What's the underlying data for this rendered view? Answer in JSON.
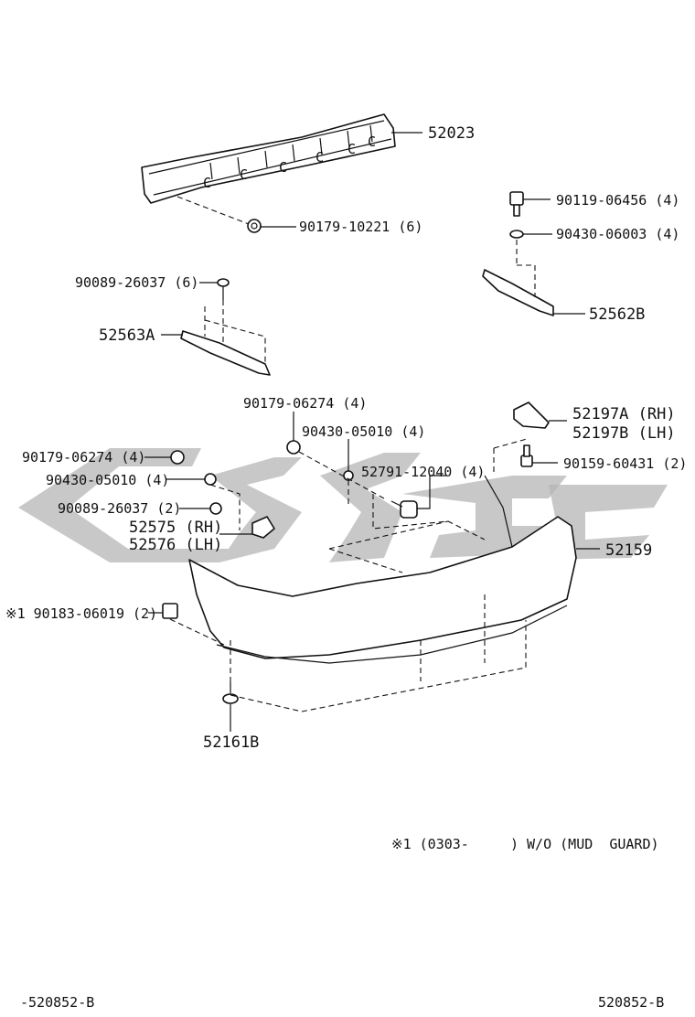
{
  "diagram": {
    "labels": {
      "p52023": "52023",
      "p90179_10221": "90179-10221 (6)",
      "p90119_06456": "90119-06456 (4)",
      "p90430_06003": "90430-06003 (4)",
      "p90089_26037_6": "90089-26037 (6)",
      "p52562B": "52562B",
      "p52563A": "52563A",
      "p90179_06274_top": "90179-06274 (4)",
      "p52197A": "52197A (RH)",
      "p52197B": "52197B (LH)",
      "p90430_05010_mid": "90430-05010 (4)",
      "p90179_06274_left": "90179-06274 (4)",
      "p90159_60431": "90159-60431 (2)",
      "p52791_12040": "52791-12040 (4)",
      "p90430_05010_left": "90430-05010 (4)",
      "p90089_26037_2": "90089-26037 (2)",
      "p52575": "52575 (RH)",
      "p52576": "52576 (LH)",
      "p52159": "52159",
      "p90183_06019": "※1 90183-06019 (2)",
      "p52161B": "52161B"
    },
    "note": "※1 (0303-     ) W/O (MUD  GUARD)",
    "footer_left": "-520852-B",
    "footer_right": "520852-B"
  },
  "colors": {
    "line": "#111111",
    "background": "#ffffff",
    "watermark": "#b5b5b5"
  }
}
